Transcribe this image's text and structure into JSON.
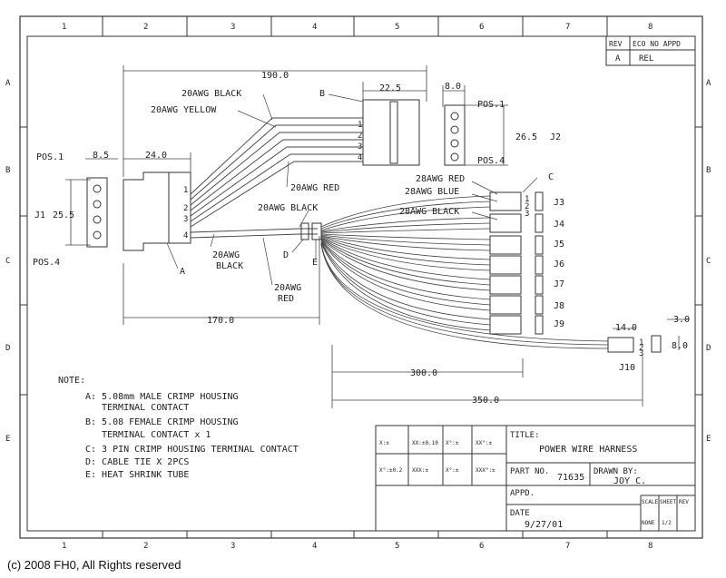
{
  "border_marks": {
    "top_numbers": [
      "1",
      "2",
      "3",
      "4",
      "5",
      "6",
      "7",
      "8"
    ],
    "bottom_numbers": [
      "1",
      "2",
      "3",
      "4",
      "5",
      "6",
      "7",
      "8"
    ],
    "side_letters": [
      "A",
      "B",
      "C",
      "D",
      "E"
    ]
  },
  "revision": {
    "rev_header": "REV",
    "eco_header": "ECO NO APPD",
    "rev_value": "A",
    "rel_value": "REL"
  },
  "dimensions": {
    "overall": "190.0",
    "housing_b": "22.5",
    "j2_width": "8.0",
    "j2_height": "26.5",
    "j1_width": "8.5",
    "j1_housing": "24.0",
    "j1_height": "25.5",
    "len_170": "170.0",
    "len_300": "300.0",
    "len_350": "350.0",
    "j10_len": "14.0",
    "j10_w": "3.0",
    "j10_h": "8.0"
  },
  "connectors": {
    "J1": "J1",
    "J2": "J2",
    "J3": "J3",
    "J4": "J4",
    "J5": "J5",
    "J6": "J6",
    "J7": "J7",
    "J8": "J8",
    "J9": "J9",
    "J10": "J10",
    "pos1_j2": "POS.1",
    "pos4_j2": "POS.4",
    "pos1_j1": "POS.1",
    "pos4_j1": "POS.4",
    "pin1": "1",
    "pin2": "2",
    "pin3": "3",
    "pin4": "4"
  },
  "callouts": {
    "A": "A",
    "B": "B",
    "C": "C",
    "D": "D",
    "E": "E"
  },
  "wires": {
    "awg20_black": "20AWG BLACK",
    "awg20_yellow": "20AWG YELLOW",
    "awg20_red": "20AWG RED",
    "awg20_black2": "20AWG BLACK",
    "awg28_red": "28AWG RED",
    "awg28_blue": "28AWG BLUE",
    "awg28_black": "28AWG BLACK",
    "awg20_black3_l1": "20AWG",
    "awg20_black3_l2": "BLACK",
    "awg20_red2_l1": "20AWG",
    "awg20_red2_l2": "RED"
  },
  "notes": {
    "heading": "NOTE:",
    "a1": "A: 5.08mm MALE CRIMP HOUSING",
    "a2": "TERMINAL CONTACT",
    "b1": "B: 5.08 FEMALE CRIMP HOUSING",
    "b2": "TERMINAL CONTACT x 1",
    "c": "C: 3 PIN CRIMP HOUSING TERMINAL CONTACT",
    "d": "D: CABLE TIE X 2PCS",
    "e": "E: HEAT SHRINK TUBE"
  },
  "title_block": {
    "tol_1": "X:±",
    "tol_2": "XX:±0.10",
    "tol_3": "X°:±",
    "tol_4": "XX°:±",
    "tol_5": "X°:±0.2",
    "tol_6": "XXX:±",
    "tol_7": "X°:±",
    "tol_8": "XXX°:±",
    "title_label": "TITLE:",
    "title_value": "POWER WIRE HARNESS",
    "part_label": "PART NO.",
    "part_value": "71635",
    "drawn_label": "DRAWN BY:",
    "drawn_value": "JOY C.",
    "appd_label": "APPD.",
    "date_label": "DATE",
    "date_value": "9/27/01",
    "scale_label": "SCALE",
    "sheet_label": "SHEET",
    "rev_label": "REV",
    "scale_value": "NONE",
    "sheet_value": "1/2"
  },
  "copyright": "(c) 2008 FH0, All Rights reserved"
}
